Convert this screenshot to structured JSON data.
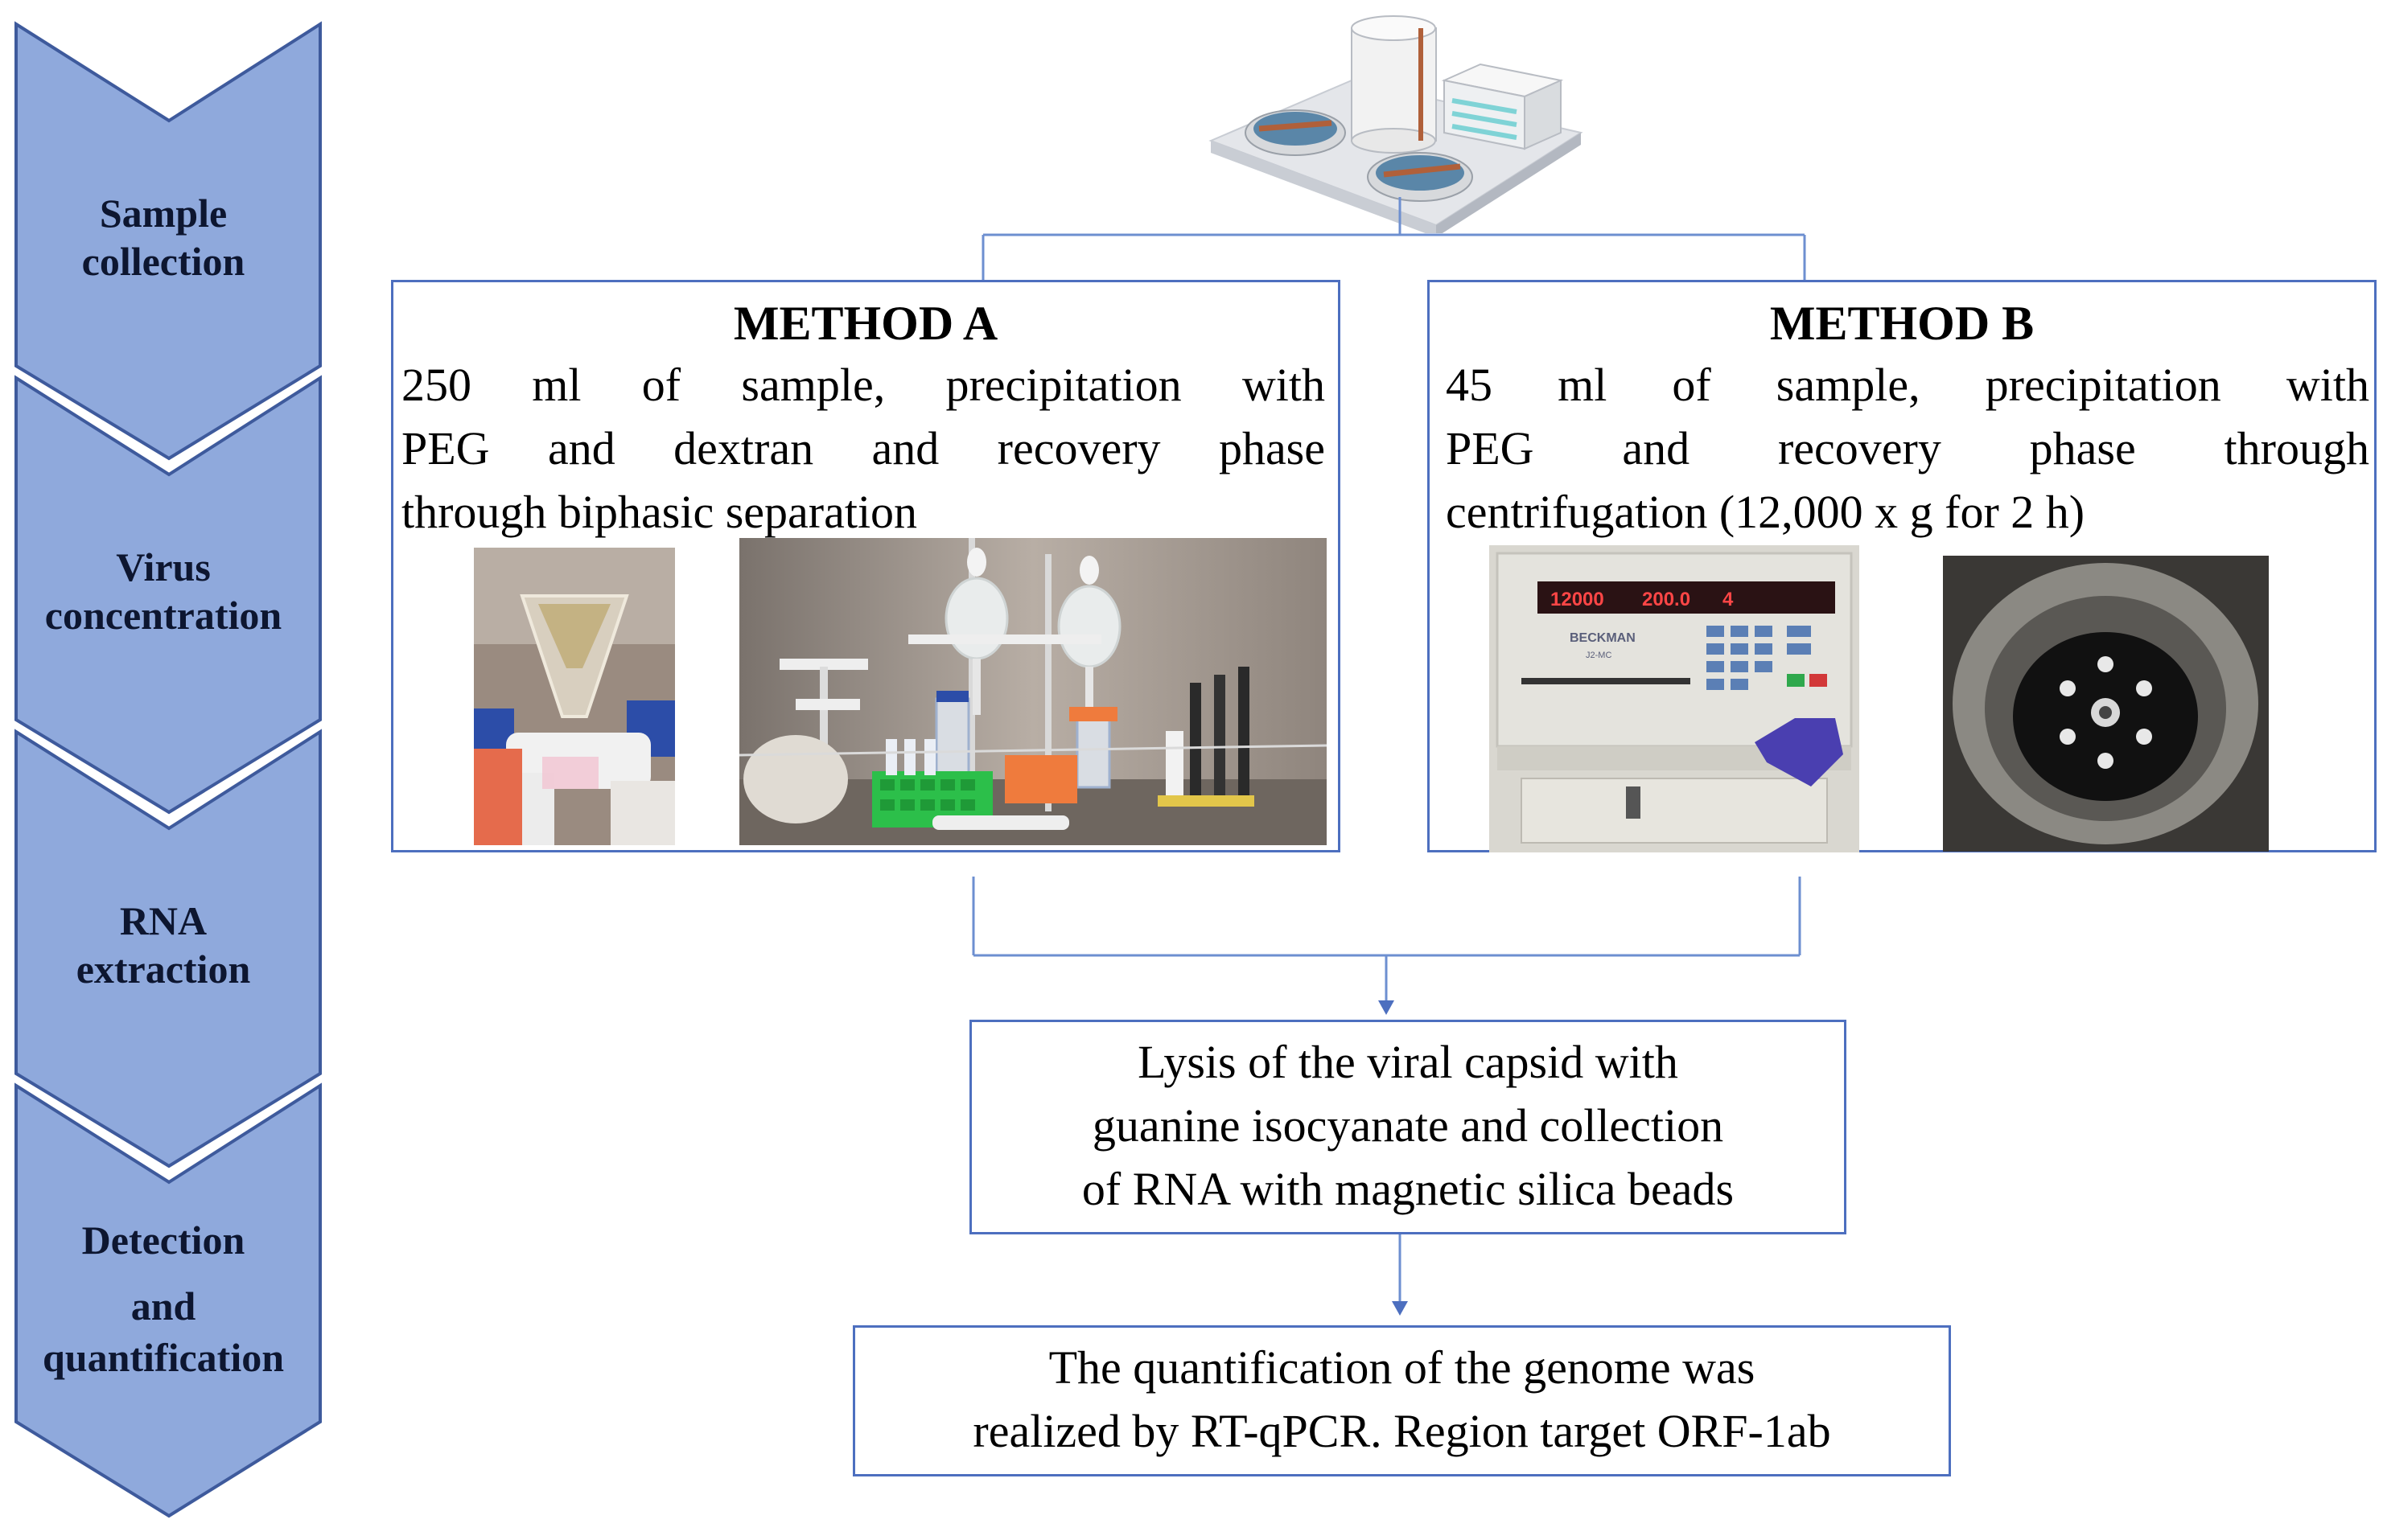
{
  "steps": [
    {
      "label_line1": "Sample",
      "label_line2": "collection",
      "label_line3": ""
    },
    {
      "label_line1": "Virus",
      "label_line2": "concentration",
      "label_line3": ""
    },
    {
      "label_line1": "RNA",
      "label_line2": "extraction",
      "label_line3": ""
    },
    {
      "label_line1": "Detection",
      "label_line2": "and",
      "label_line3": "quantification"
    }
  ],
  "method_a": {
    "title": "METHOD A",
    "desc_lines": [
      "250 ml of sample, precipitation with",
      "PEG and dextran and recovery phase",
      "through biphasic separation"
    ]
  },
  "method_b": {
    "title": "METHOD B",
    "desc_lines": [
      "45 ml of sample, precipitation  with",
      "PEG and recovery phase through",
      "centrifugation (12,000 x g for 2 h)"
    ],
    "display_values": [
      "12000",
      "200.0",
      "4"
    ],
    "brand": "BECKMAN",
    "model": "J2-MC"
  },
  "lysis_box": {
    "lines": [
      "Lysis of the viral capsid with",
      "guanine isocyanate and collection",
      "of RNA with magnetic silica beads"
    ]
  },
  "quant_box": {
    "lines": [
      "The quantification of the genome was",
      "realized by RT-qPCR. Region target ORF-1ab"
    ]
  },
  "colors": {
    "chevron_fill": "#8fa9dc",
    "chevron_stroke": "#3e5a9c",
    "box_border": "#4d6fbf",
    "connector": "#6d8fd0"
  }
}
